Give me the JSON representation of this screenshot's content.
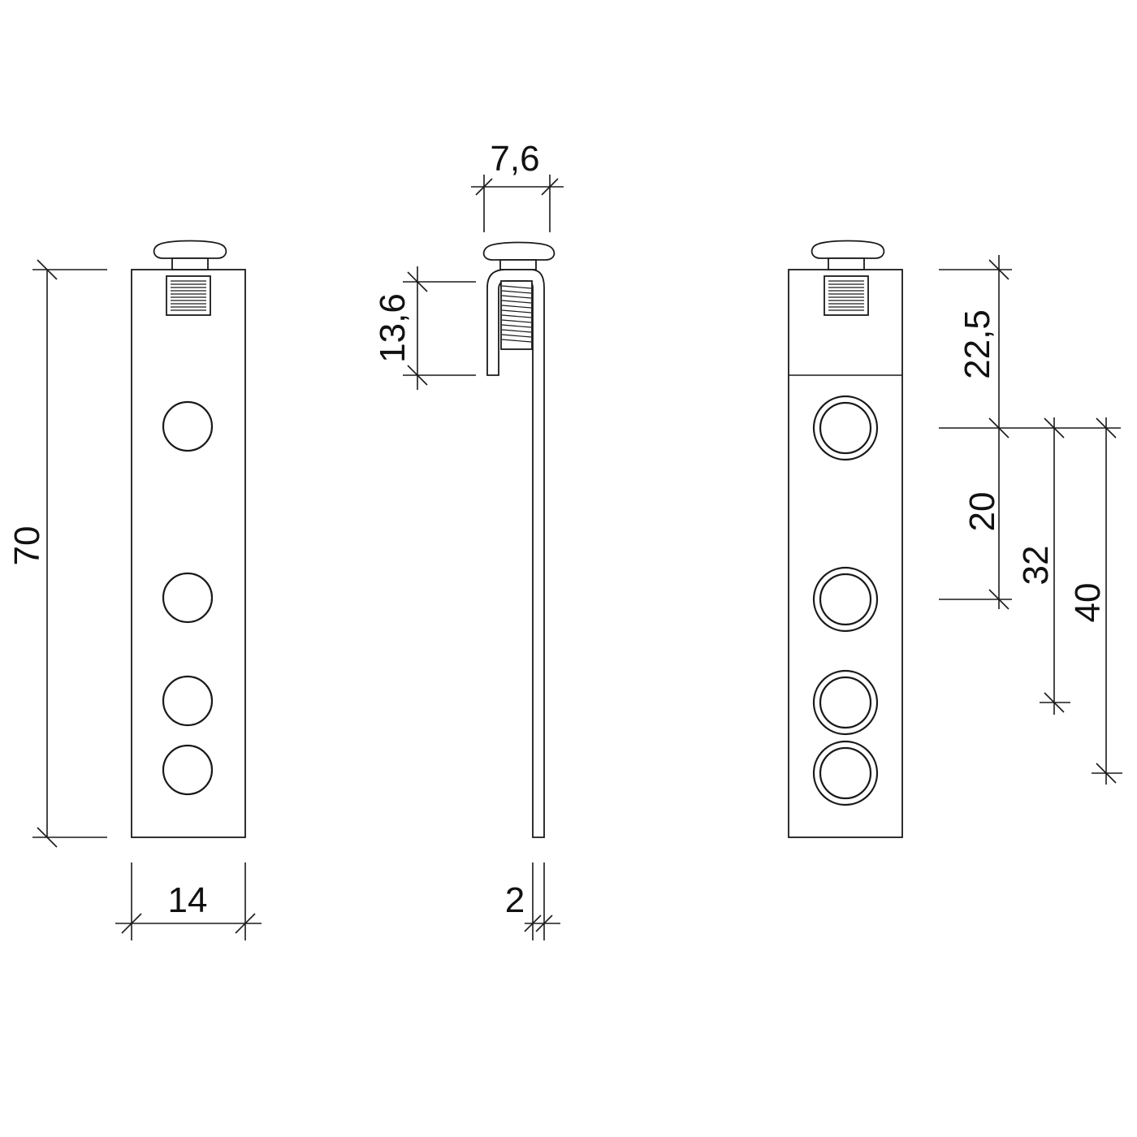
{
  "dimensions": {
    "front_height": "70",
    "front_width": "14",
    "clip_opening_width": "7,6",
    "clip_depth": "13,6",
    "plate_thickness": "2",
    "top_section_height": "22,5",
    "hole_spacing_first": "20",
    "hole_spacing_third": "32",
    "hole_spacing_fourth": "40"
  }
}
